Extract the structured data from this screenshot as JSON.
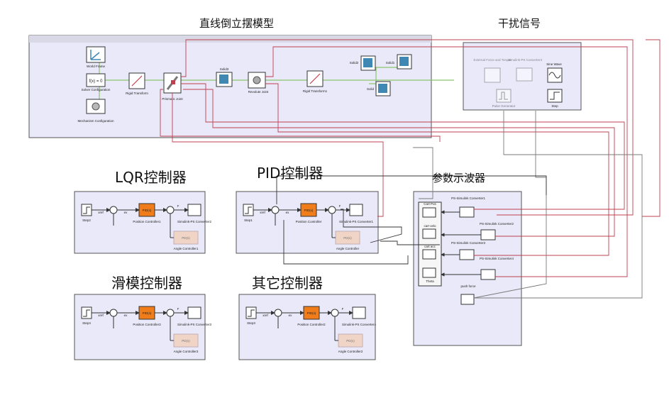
{
  "titles": {
    "plant": "直线倒立摆模型",
    "disturb": "干扰信号",
    "lqr": "LQR控制器",
    "pid": "PID控制器",
    "scope": "参数示波器",
    "smc": "滑模控制器",
    "other": "其它控制器"
  },
  "plant": {
    "world_frame": "World Frame",
    "solver": "Solver Configuration",
    "mechanism": "Mechanism Configuration",
    "rigid_transform": "Rigid Transform",
    "prismatic": "Prismatic Joint",
    "solid3": "Solid3",
    "revolute": "Revolute Joint",
    "rigid_transform1": "Rigid Transform1",
    "solid2": "Solid2",
    "solid1": "Solid1",
    "solid": "Solid",
    "fx": "f(x) = 0"
  },
  "disturb": {
    "external_force": "External Force and Torque",
    "converter": "Simulink-PS Converter3",
    "sine": "Sine Wave",
    "pulse": "Pulse Generator",
    "step": "Step"
  },
  "controllers": {
    "lqr": {
      "step": "Step2",
      "xref": "xref",
      "ex": "ex",
      "pos": "Position Controller1",
      "angle": "Angle Controller1",
      "conv": "Simulink-PS Converter2",
      "F": "F"
    },
    "pid": {
      "step": "Step1",
      "xref": "xref",
      "ex": "ex",
      "pos": "Position Controller",
      "angle": "Angle Controller",
      "conv": "Simulink-PS Converter1",
      "F": "F"
    },
    "smc": {
      "step": "Step4",
      "xref": "xref",
      "ex": "ex",
      "pos": "Position Controller3",
      "angle": "Angle Controller3",
      "conv": "Simulink-PS Converter3",
      "F": "F"
    },
    "other": {
      "step": "Step3",
      "xref": "xref",
      "ex": "ex",
      "pos": "Position Controller2",
      "angle": "Angle Controller2",
      "conv": "Simulink-PS Converter4",
      "F": "F"
    },
    "pid_text": "PID(s)",
    "angle_text": "PD(s)"
  },
  "scope": {
    "s1": "Cart Pos",
    "s2": "cart velo",
    "s3": "cart acc",
    "s4": "Theta",
    "c1": "PS-Simulink Converter1",
    "c2": "PS-Simulink Converter2",
    "c3": "PS-Simulink Converter3",
    "c4": "PS-Simulink Converter4",
    "push": "push force"
  },
  "colors": {
    "panel": "#e9e9f9",
    "pid_block": "#f07d1a",
    "angle_block": "#f6c9a5",
    "signal_red": "#c0404f",
    "signal_gray": "#7a7a7a",
    "physical_green": "#8bc56b",
    "solid_blue": "#3f88b4"
  }
}
